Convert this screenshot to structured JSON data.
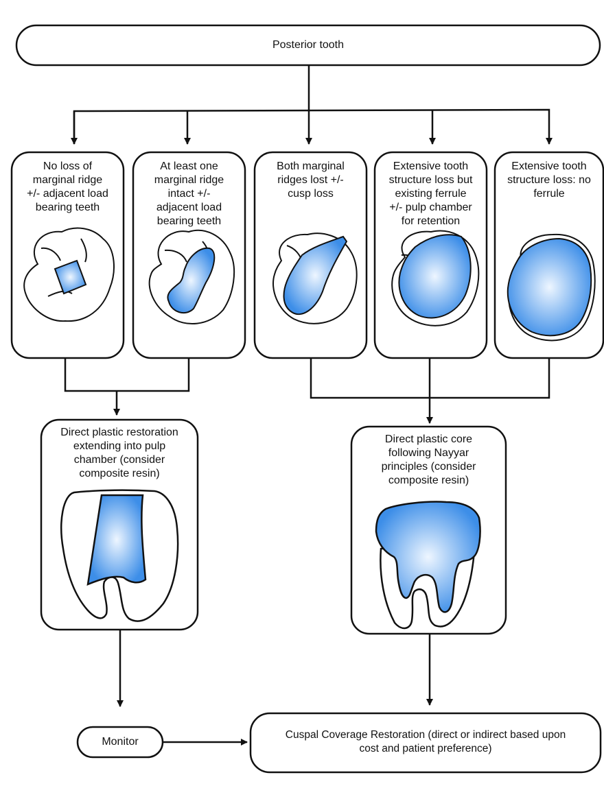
{
  "root": {
    "label": "Posterior tooth"
  },
  "categories": [
    {
      "label": "No loss of marginal ridge +/- adjacent load bearing teeth",
      "lines": [
        "No loss of",
        "marginal ridge",
        "+/- adjacent load",
        "bearing teeth"
      ]
    },
    {
      "label": "At least one marginal ridge intact +/- adjacent load bearing teeth",
      "lines": [
        "At least one",
        "marginal ridge",
        "intact +/-",
        "adjacent load",
        "bearing teeth"
      ]
    },
    {
      "label": "Both marginal ridges lost +/- cusp loss",
      "lines": [
        "Both marginal",
        "ridges lost +/-",
        "cusp loss"
      ]
    },
    {
      "label": "Extensive tooth structure loss but existing ferrule +/- pulp chamber for retention",
      "lines": [
        "Extensive tooth",
        "structure loss but",
        "existing ferrule",
        "+/- pulp chamber",
        "for retention"
      ]
    },
    {
      "label": "Extensive tooth structure loss: no ferrule",
      "lines": [
        "Extensive tooth",
        "structure loss: no",
        "ferrule"
      ]
    }
  ],
  "treatments": {
    "direct_plastic": {
      "lines": [
        "Direct plastic restoration",
        "extending into pulp",
        "chamber  (consider",
        "composite resin)"
      ]
    },
    "direct_core": {
      "lines": [
        "Direct plastic core",
        "following Nayyar",
        "principles (consider",
        "composite resin)"
      ]
    }
  },
  "outcomes": {
    "monitor": {
      "label": "Monitor"
    },
    "cuspal": {
      "lines": [
        "Cuspal Coverage Restoration (direct or indirect based upon",
        "cost and patient preference)"
      ]
    }
  },
  "colors": {
    "restoration_blue": "#3d8ee8",
    "restoration_highlight": "#eef6ff",
    "outline": "#111111"
  }
}
